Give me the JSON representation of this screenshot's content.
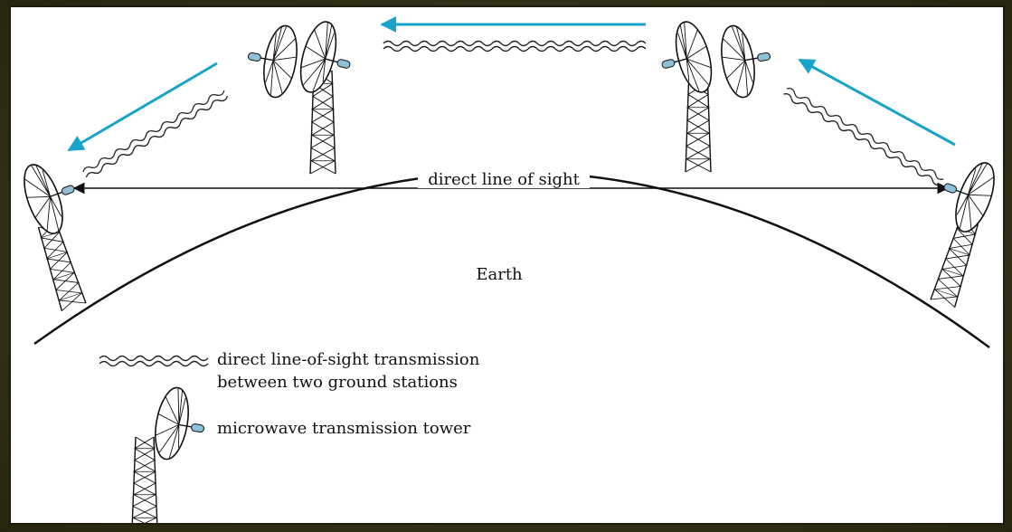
{
  "diagram": {
    "line_of_sight_label": "direct line of sight",
    "earth_label": "Earth",
    "legend": {
      "wave_line1": "direct line-of-sight transmission",
      "wave_line2": "between two ground stations",
      "tower_label": "microwave transmission tower"
    }
  },
  "colors": {
    "arrow": "#1aa3c8",
    "dish_feed": "#8fc0d8",
    "ink": "#111111",
    "frame": "#2b2a16"
  }
}
